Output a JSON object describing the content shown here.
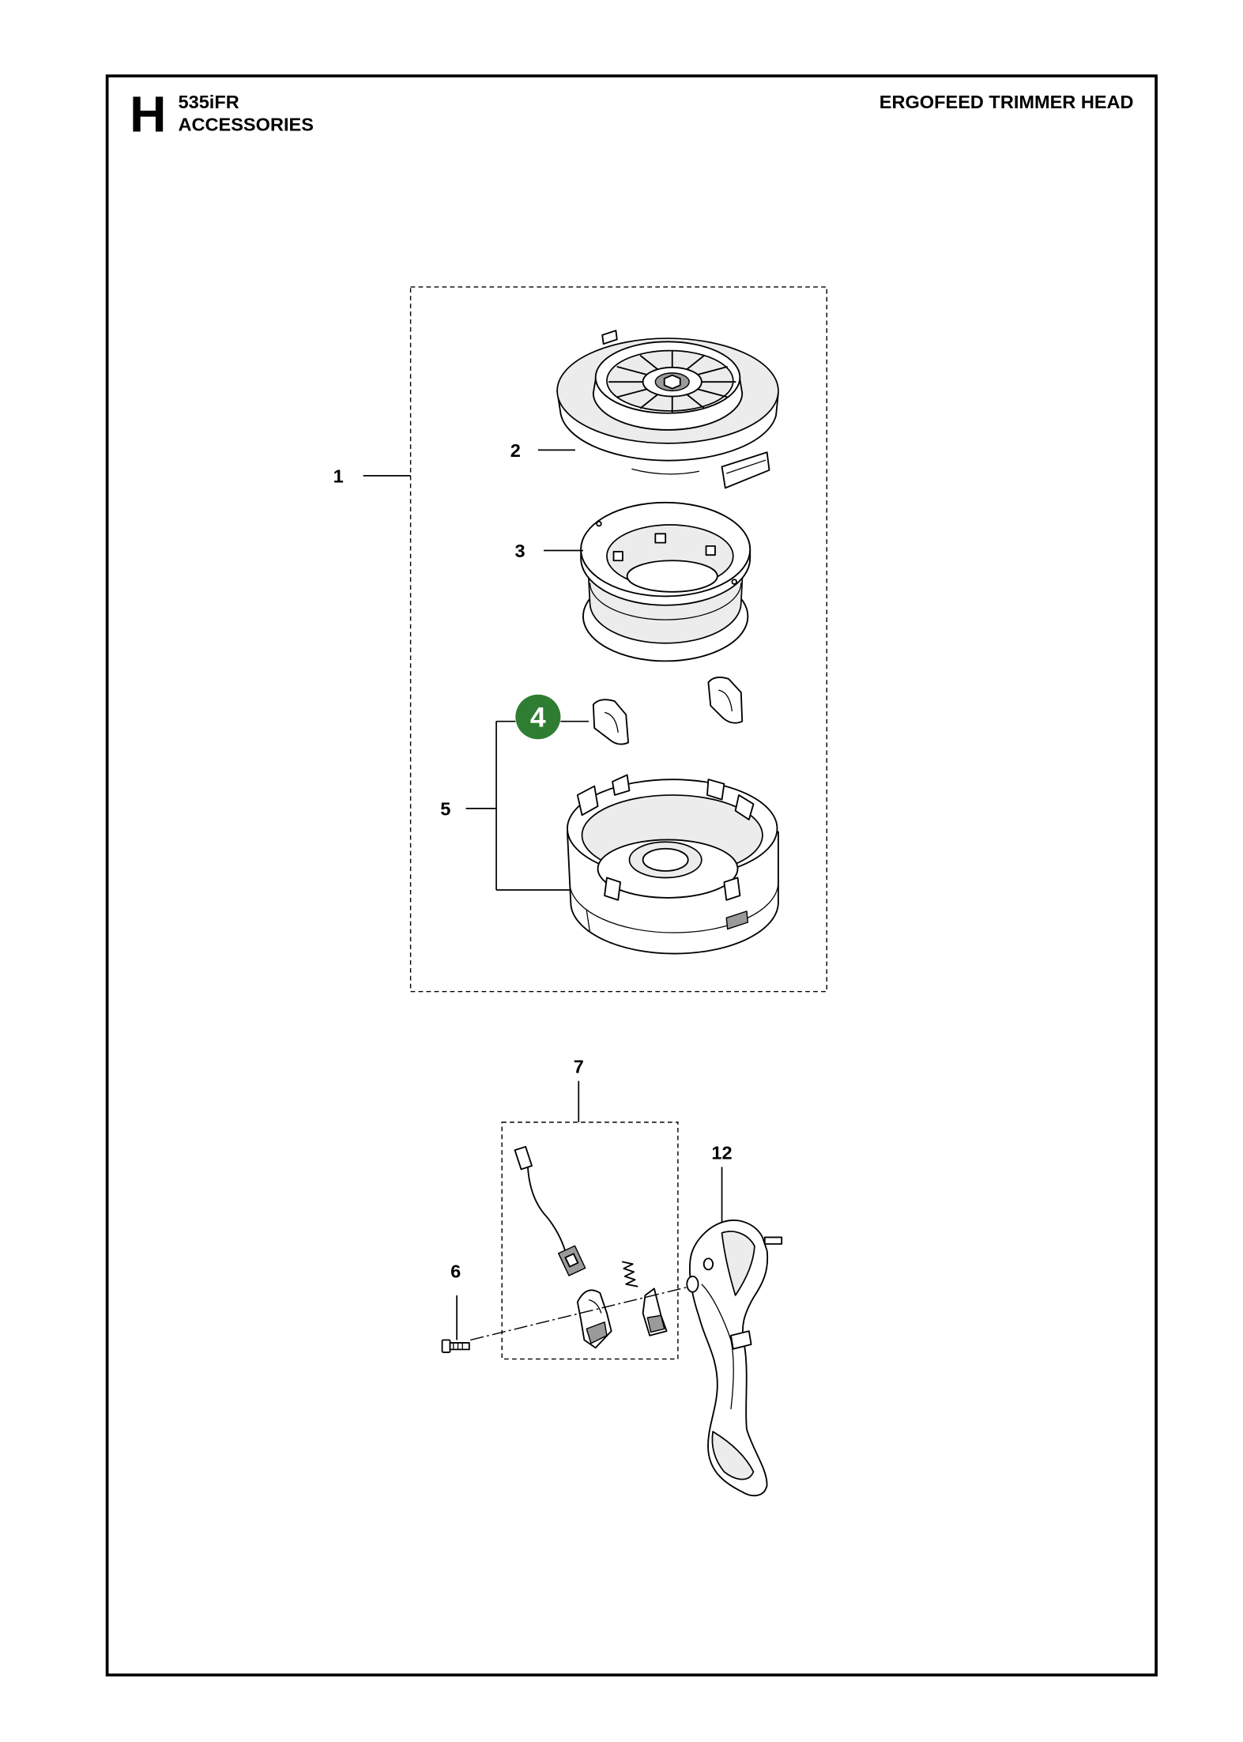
{
  "header": {
    "section_letter": "H",
    "model": "535iFR",
    "category": "ACCESSORIES",
    "title": "ERGOFEED TRIMMER HEAD"
  },
  "callouts": [
    {
      "label": "1",
      "highlighted": false
    },
    {
      "label": "2",
      "highlighted": false,
      "icon": "trimmer-cover-icon"
    },
    {
      "label": "3",
      "highlighted": false,
      "icon": "line-spool-icon"
    },
    {
      "label": "4",
      "highlighted": true,
      "icon": "eyelet-clip-icon"
    },
    {
      "label": "5",
      "highlighted": false,
      "icon": "trimmer-housing-icon"
    },
    {
      "label": "6",
      "highlighted": false,
      "icon": "screw-icon"
    },
    {
      "label": "7",
      "highlighted": false,
      "icon": "cable-kit-icon"
    },
    {
      "label": "12",
      "highlighted": false,
      "icon": "handle-icon"
    }
  ],
  "colors": {
    "highlight": "#2e7d32",
    "highlight_text": "#ffffff",
    "ink": "#000000",
    "background": "#ffffff"
  }
}
